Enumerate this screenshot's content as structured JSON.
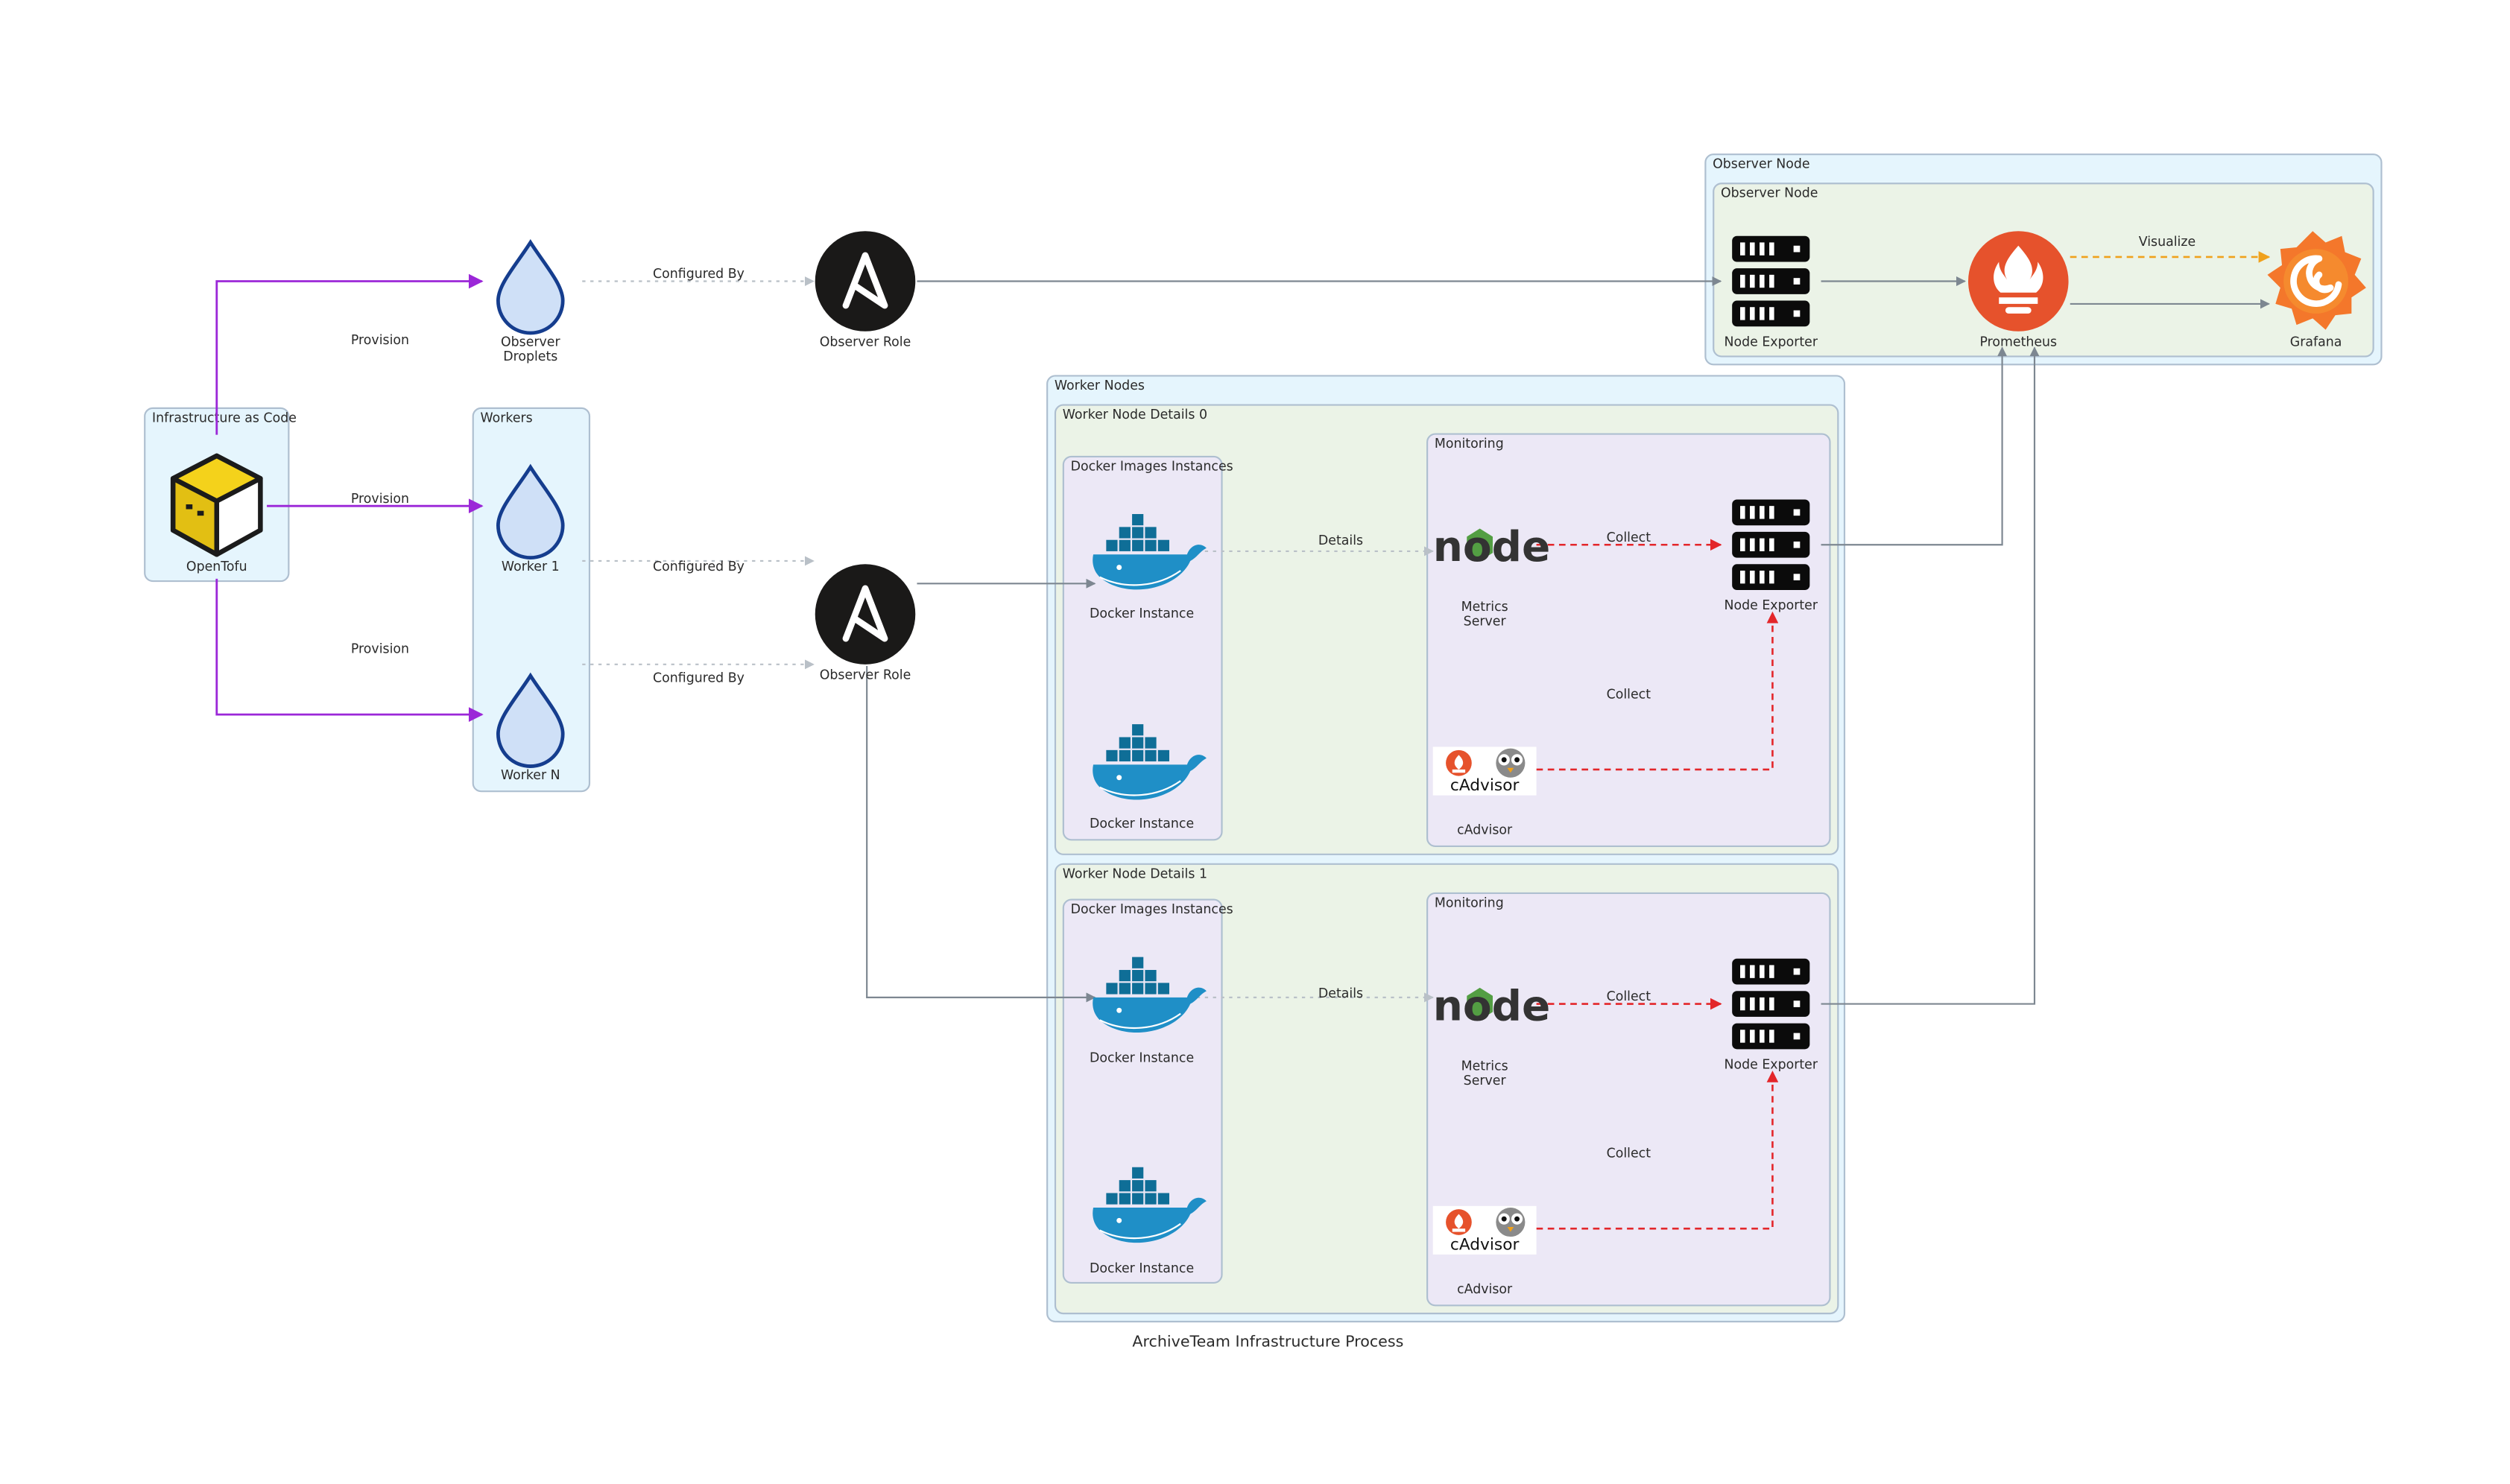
{
  "caption": "ArchiveTeam Infrastructure Process",
  "clusters": {
    "iac": "Infrastructure as Code",
    "workers": "Workers",
    "observer_outer": "Observer Node",
    "observer_inner": "Observer Node",
    "worker_nodes": "Worker Nodes",
    "wnd0": "Worker Node Details 0",
    "wnd1": "Worker Node Details 1",
    "docker_images": "Docker Images Instances",
    "monitoring": "Monitoring"
  },
  "nodes": {
    "opentofu": "OpenTofu",
    "observer_droplets_line1": "Observer",
    "observer_droplets_line2": "Droplets",
    "worker1": "Worker 1",
    "workerN": "Worker N",
    "observer_role_top": "Observer Role",
    "observer_role_mid": "Observer Role",
    "node_exporter": "Node Exporter",
    "prometheus": "Prometheus",
    "grafana": "Grafana",
    "docker_instance": "Docker Instance",
    "metrics_server_line1": "Metrics",
    "metrics_server_line2": "Server",
    "cadvisor": "cAdvisor",
    "cadvisor_logo_text": "cAdvisor",
    "node_logo_text": "node"
  },
  "edges": {
    "provision": "Provision",
    "configured_by": "Configured By",
    "details": "Details",
    "collect": "Collect",
    "visualize": "Visualize"
  },
  "colors": {
    "cluster_blue": "#e5f5fd",
    "cluster_green": "#ebf3e7",
    "cluster_purple": "#ece8f6",
    "cluster_border": "#aebfd0",
    "provision_edge": "#9b27d8",
    "collect_edge": "#e3262a",
    "visualize_edge": "#f0a11c",
    "gray_edge": "#7d8791",
    "droplet_fill": "#cfe0f7",
    "droplet_stroke": "#153d8e"
  },
  "icons": {
    "opentofu": "opentofu-cube-icon",
    "droplet": "droplet-icon",
    "ansible": "ansible-icon",
    "server": "server-stack-icon",
    "prometheus": "prometheus-flame-icon",
    "grafana": "grafana-swirl-icon",
    "docker": "docker-whale-icon",
    "nodejs": "nodejs-logo-icon",
    "cadvisor": "cadvisor-owl-icon"
  }
}
